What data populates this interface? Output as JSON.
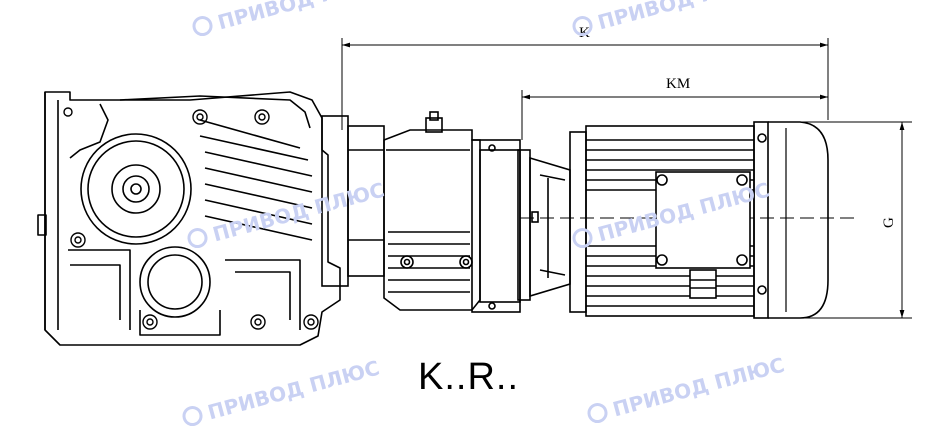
{
  "dimensions": {
    "overall_label": "K",
    "motor_label": "KM",
    "height_label": "G"
  },
  "model_designation": "K..R..",
  "watermark": {
    "text": "ПРИВОД ПЛЮС",
    "color": "#c9d1f3"
  },
  "colors": {
    "line": "#000000",
    "background": "#ffffff"
  }
}
